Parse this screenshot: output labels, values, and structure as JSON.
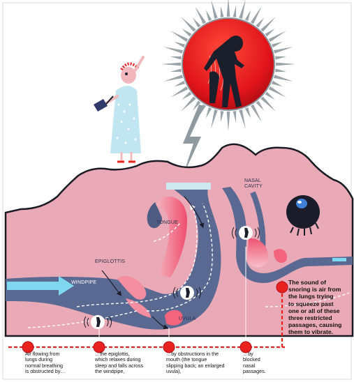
{
  "labels": {
    "windpipe": "WINDPIPE",
    "tongue": "TONGUE",
    "epiglottis": "EPIGLOTTIS",
    "uvula": "UVULA",
    "nasal_cavity": "NASAL\nCAVITY"
  },
  "captions": [
    "Air flowing from\nlungs during\nnormal breathing\nis obstructed by…",
    "…the epiglottis,\nwhich relaxes during\nsleep and falls across\nthe windpipe,",
    "…by obstructions in the\nmouth (the tongue\nslipping back; an enlarged\nuvula),",
    "…by\nblocked\nnasal\npassages."
  ],
  "sound_text": "The sound of\nsnoring is air from\nthe lungs trying\nto squeeze past\none or all of these\nthree restricted\npassages, causing\nthem to vibrate.",
  "colors": {
    "head": "#e8aab7",
    "airway": "#5d6c93",
    "air": "#7fd8f0",
    "accent_red": "#e8221e",
    "tissue_pink": "#f2657d"
  }
}
